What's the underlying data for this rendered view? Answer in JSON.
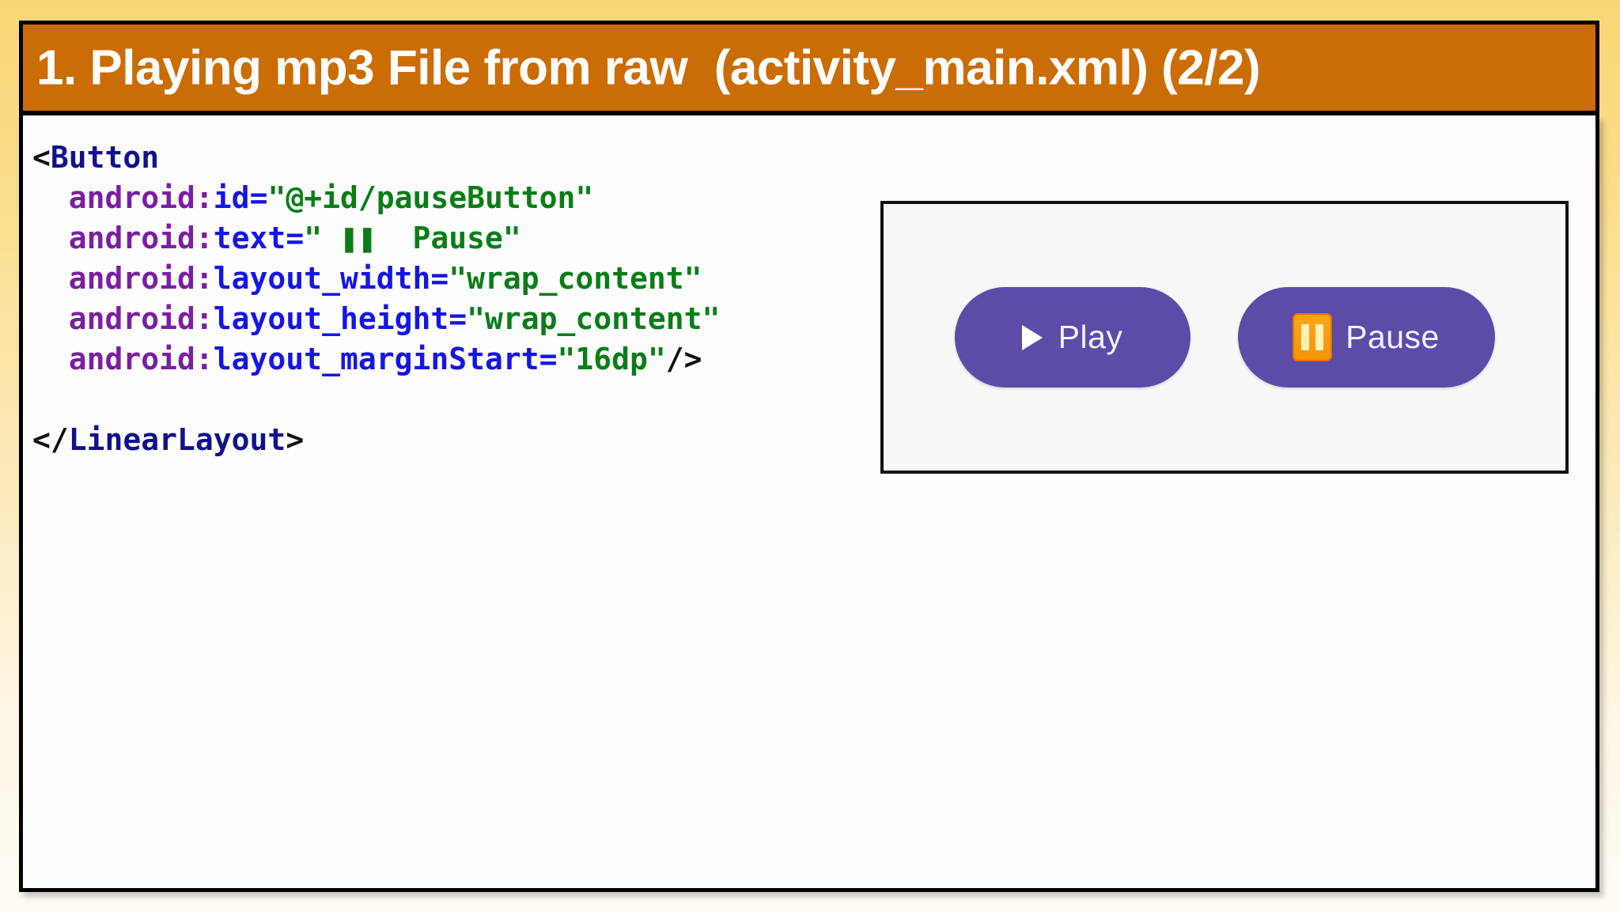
{
  "slide": {
    "title": "1. Playing mp3 File from raw  (activity_main.xml) (2/2)",
    "page_indicator": "(2/2)",
    "colors": {
      "background_top": "#FAD775",
      "background_bottom": "#FEFCF5",
      "title_bar": "#CB6D06",
      "title_text": "#FFFFFF",
      "panel": "#FDFDFD",
      "border": "#000000"
    }
  },
  "code": {
    "language": "xml",
    "token_colors": {
      "punctuation": "#111111",
      "tag": "#11118C",
      "namespace": "#7B1FA2",
      "attribute": "#1515E8",
      "value": "#0A7D17"
    },
    "lines": [
      {
        "indent": "",
        "tokens": [
          {
            "type": "punct",
            "text": "<"
          },
          {
            "type": "tag",
            "text": "Button"
          }
        ]
      },
      {
        "indent": "  ",
        "tokens": [
          {
            "type": "ns",
            "text": "android:"
          },
          {
            "type": "attr",
            "text": "id"
          },
          {
            "type": "eq",
            "text": "="
          },
          {
            "type": "val",
            "text": "\"@+id/pauseButton\""
          }
        ]
      },
      {
        "indent": "  ",
        "tokens": [
          {
            "type": "ns",
            "text": "android:"
          },
          {
            "type": "attr",
            "text": "text"
          },
          {
            "type": "eq",
            "text": "="
          },
          {
            "type": "val",
            "text": "\" ❚❚  Pause\""
          }
        ]
      },
      {
        "indent": "  ",
        "tokens": [
          {
            "type": "ns",
            "text": "android:"
          },
          {
            "type": "attr",
            "text": "layout_width"
          },
          {
            "type": "eq",
            "text": "="
          },
          {
            "type": "val",
            "text": "\"wrap_content\""
          }
        ]
      },
      {
        "indent": "  ",
        "tokens": [
          {
            "type": "ns",
            "text": "android:"
          },
          {
            "type": "attr",
            "text": "layout_height"
          },
          {
            "type": "eq",
            "text": "="
          },
          {
            "type": "val",
            "text": "\"wrap_content\""
          }
        ]
      },
      {
        "indent": "  ",
        "tokens": [
          {
            "type": "ns",
            "text": "android:"
          },
          {
            "type": "attr",
            "text": "layout_marginStart"
          },
          {
            "type": "eq",
            "text": "="
          },
          {
            "type": "val",
            "text": "\"16dp\""
          },
          {
            "type": "punct",
            "text": "/>"
          }
        ]
      },
      {
        "indent": "",
        "tokens": []
      },
      {
        "indent": "",
        "tokens": [
          {
            "type": "punct",
            "text": "</"
          },
          {
            "type": "tag",
            "text": "LinearLayout"
          },
          {
            "type": "punct",
            "text": ">"
          }
        ]
      }
    ]
  },
  "device_preview": {
    "background": "#F7F7F8",
    "buttons": [
      {
        "name": "play",
        "label": "Play",
        "icon": "play-triangle-icon",
        "fill": "#5C4CA8",
        "text_color": "#F2F0FA"
      },
      {
        "name": "pause",
        "label": "Pause",
        "icon": "pause-bars-icon",
        "fill": "#5C4CA8",
        "text_color": "#F2F0FA",
        "icon_fill": "#F7A00F"
      }
    ]
  }
}
